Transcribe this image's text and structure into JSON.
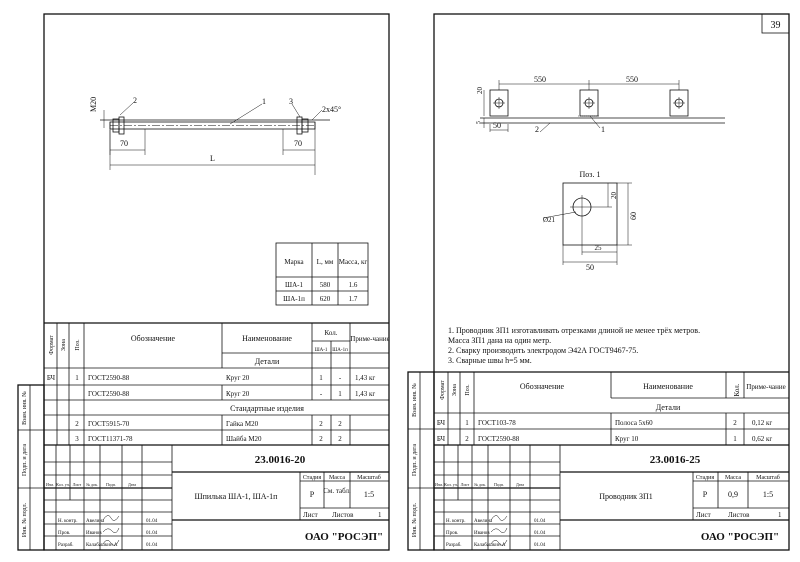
{
  "left": {
    "drawing": {
      "callout1": "1",
      "callout2": "2",
      "callout3": "3",
      "thread": "M20",
      "chamfer": "2x45°",
      "dim_left": "70",
      "dim_right": "70",
      "dim_total": "L"
    },
    "param_table": {
      "headers": [
        "Марка",
        "L, мм",
        "Масса, кг"
      ],
      "rows": [
        [
          "ША-1",
          "580",
          "1.6"
        ],
        [
          "ША-1п",
          "620",
          "1.7"
        ]
      ]
    },
    "spec": {
      "h_format": "Формат",
      "h_zone": "Зона",
      "h_pos": "Поз.",
      "h_designation": "Обозначение",
      "h_name": "Наименование",
      "h_qty": "Кол.",
      "h_qty_a": "ША-1",
      "h_qty_b": "ША-1п",
      "h_note": "Приме-чание",
      "section1": "Детали",
      "section2": "Стандартные изделия",
      "rows": [
        {
          "fmt": "БЧ",
          "pos": "1",
          "des": "ГОСТ2590-88",
          "name": "Круг 20",
          "qa": "1",
          "qb": "-",
          "note": "1,43 кг"
        },
        {
          "fmt": "",
          "pos": "",
          "des": "ГОСТ2590-88",
          "name": "Круг 20",
          "qa": "-",
          "qb": "1",
          "note": "1,43 кг"
        },
        {
          "fmt": "",
          "pos": "2",
          "des": "ГОСТ5915-70",
          "name": "Гайка М20",
          "qa": "2",
          "qb": "2",
          "note": ""
        },
        {
          "fmt": "",
          "pos": "3",
          "des": "ГОСТ11371-78",
          "name": "Шайба М20",
          "qa": "2",
          "qb": "2",
          "note": ""
        }
      ]
    },
    "stamp": {
      "code": "23.0016-20",
      "title": "Шпилька ША-1, ША-1п",
      "h_stage": "Стадия",
      "h_mass": "Масса",
      "h_scale": "Масштаб",
      "stage": "Р",
      "mass": "См. табл.",
      "scale": "1:5",
      "sheet_label": "Лист",
      "sheets_label": "Листов",
      "sheets": "1",
      "org": "ОАО \"РОСЭП\"",
      "col_labels": [
        "Изм.",
        "Кол. уч.",
        "Лист",
        "№ док.",
        "Подп.",
        "Дата"
      ],
      "roles": [
        "Н. контр.",
        "Пров.",
        "Разраб."
      ],
      "names": [
        "Авелина",
        "Иванов",
        "Калабашкин А"
      ],
      "dates": [
        "01.04",
        "01.04",
        "01.04"
      ]
    },
    "side": [
      "Взам. инв. №",
      "Подп. и дата",
      "Инв. № подл."
    ]
  },
  "right": {
    "page_number": "39",
    "drawing": {
      "dim_550a": "550",
      "dim_550b": "550",
      "dim_20": "20",
      "dim_5": "5",
      "dim_50": "50",
      "callout2": "2",
      "callout1": "1",
      "pos_title": "Поз. 1",
      "hole": "Ø21",
      "d20": "20",
      "d60": "60",
      "d25": "25",
      "d50": "50"
    },
    "notes": [
      "1. Проводник ЗП1 изготавливать отрезками длиной не менее трёх метров.",
      "Масса ЗП1 дана на один метр.",
      "2. Сварку производить электродом Э42А ГОСТ9467-75.",
      "3. Сварные швы h=5 мм."
    ],
    "spec": {
      "h_format": "Формат",
      "h_zone": "Зона",
      "h_pos": "Поз.",
      "h_designation": "Обозначение",
      "h_name": "Наименование",
      "h_qty": "Кол.",
      "h_note": "Приме-чание",
      "section1": "Детали",
      "rows": [
        {
          "fmt": "БЧ",
          "pos": "1",
          "des": "ГОСТ103-78",
          "name": "Полоса 5х60",
          "qty": "2",
          "note": "0,12 кг"
        },
        {
          "fmt": "БЧ",
          "pos": "2",
          "des": "ГОСТ2590-88",
          "name": "Круг 10",
          "qty": "1",
          "note": "0,62 кг"
        }
      ]
    },
    "stamp": {
      "code": "23.0016-25",
      "title": "Проводник ЗП1",
      "h_stage": "Стадия",
      "h_mass": "Масса",
      "h_scale": "Масштаб",
      "stage": "Р",
      "mass": "0,9",
      "scale": "1:5",
      "sheet_label": "Лист",
      "sheets_label": "Листов",
      "sheets": "1",
      "org": "ОАО \"РОСЭП\"",
      "col_labels": [
        "Изм.",
        "Кол. уч.",
        "Лист",
        "№ док.",
        "Подп.",
        "Дата"
      ],
      "roles": [
        "Н. контр.",
        "Пров.",
        "Разраб."
      ],
      "names": [
        "Авелина",
        "Иванов",
        "Калабашкин А"
      ],
      "dates": [
        "01.04",
        "01.04",
        "01.04"
      ]
    },
    "side": [
      "Взам. инв. №",
      "Подп. и дата",
      "Инв. № подл."
    ]
  }
}
